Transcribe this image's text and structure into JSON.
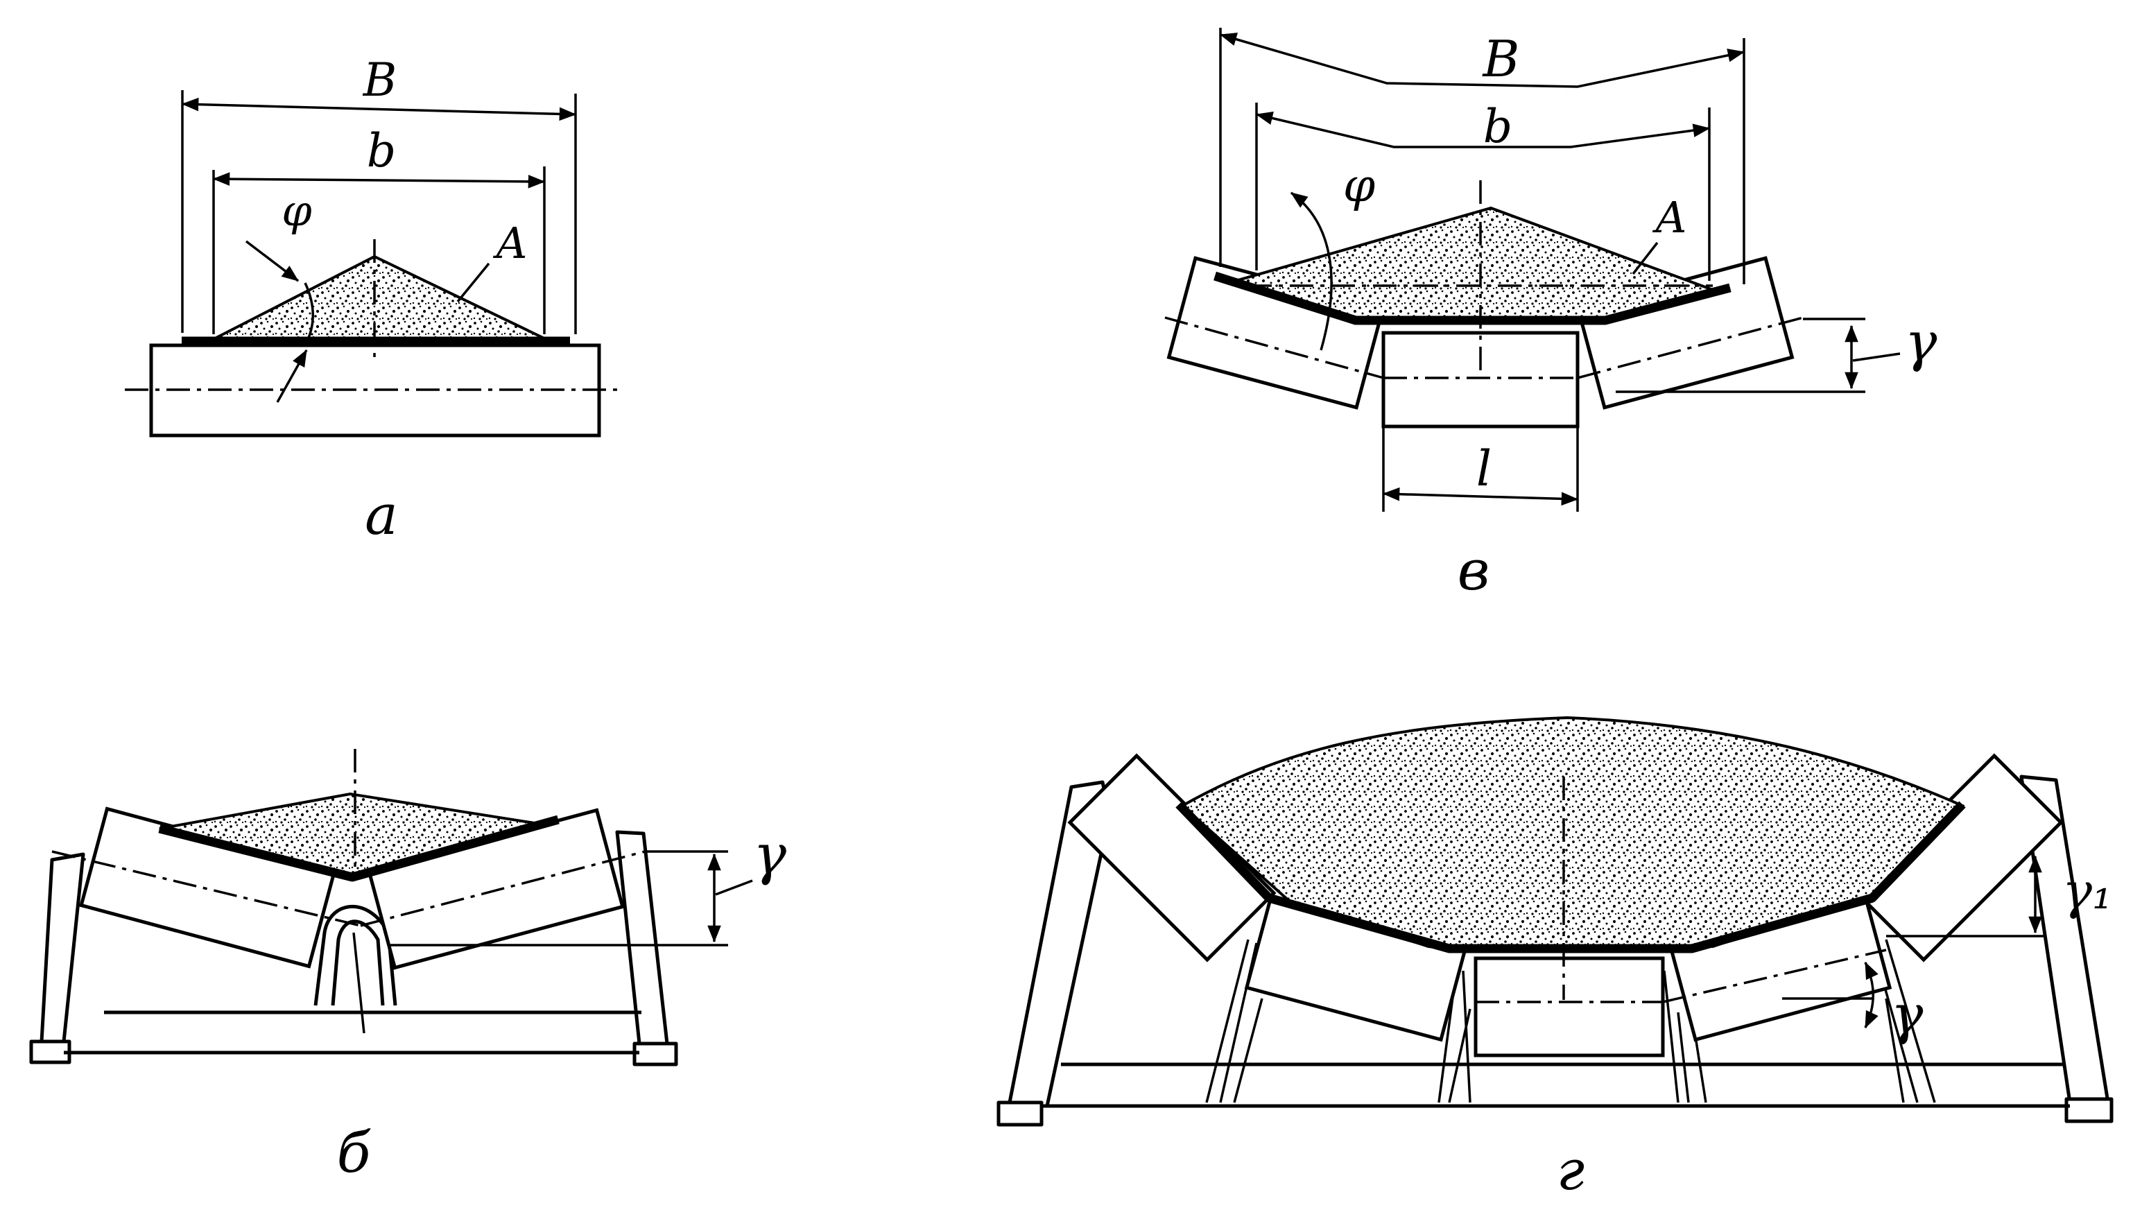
{
  "figures": {
    "a": {
      "caption": "а",
      "label_B": "B",
      "label_b": "b",
      "label_phi": "φ",
      "label_A": "A"
    },
    "v": {
      "caption": "в",
      "label_B": "B",
      "label_b": "b",
      "label_phi": "φ",
      "label_A": "A",
      "label_gamma": "γ",
      "label_l": "l"
    },
    "b": {
      "caption": "б",
      "label_gamma": "γ"
    },
    "g": {
      "caption": "г",
      "label_gamma": "γ",
      "label_gamma1": "γ₁"
    }
  },
  "colors": {
    "ink": "#000000",
    "paper": "#ffffff"
  }
}
